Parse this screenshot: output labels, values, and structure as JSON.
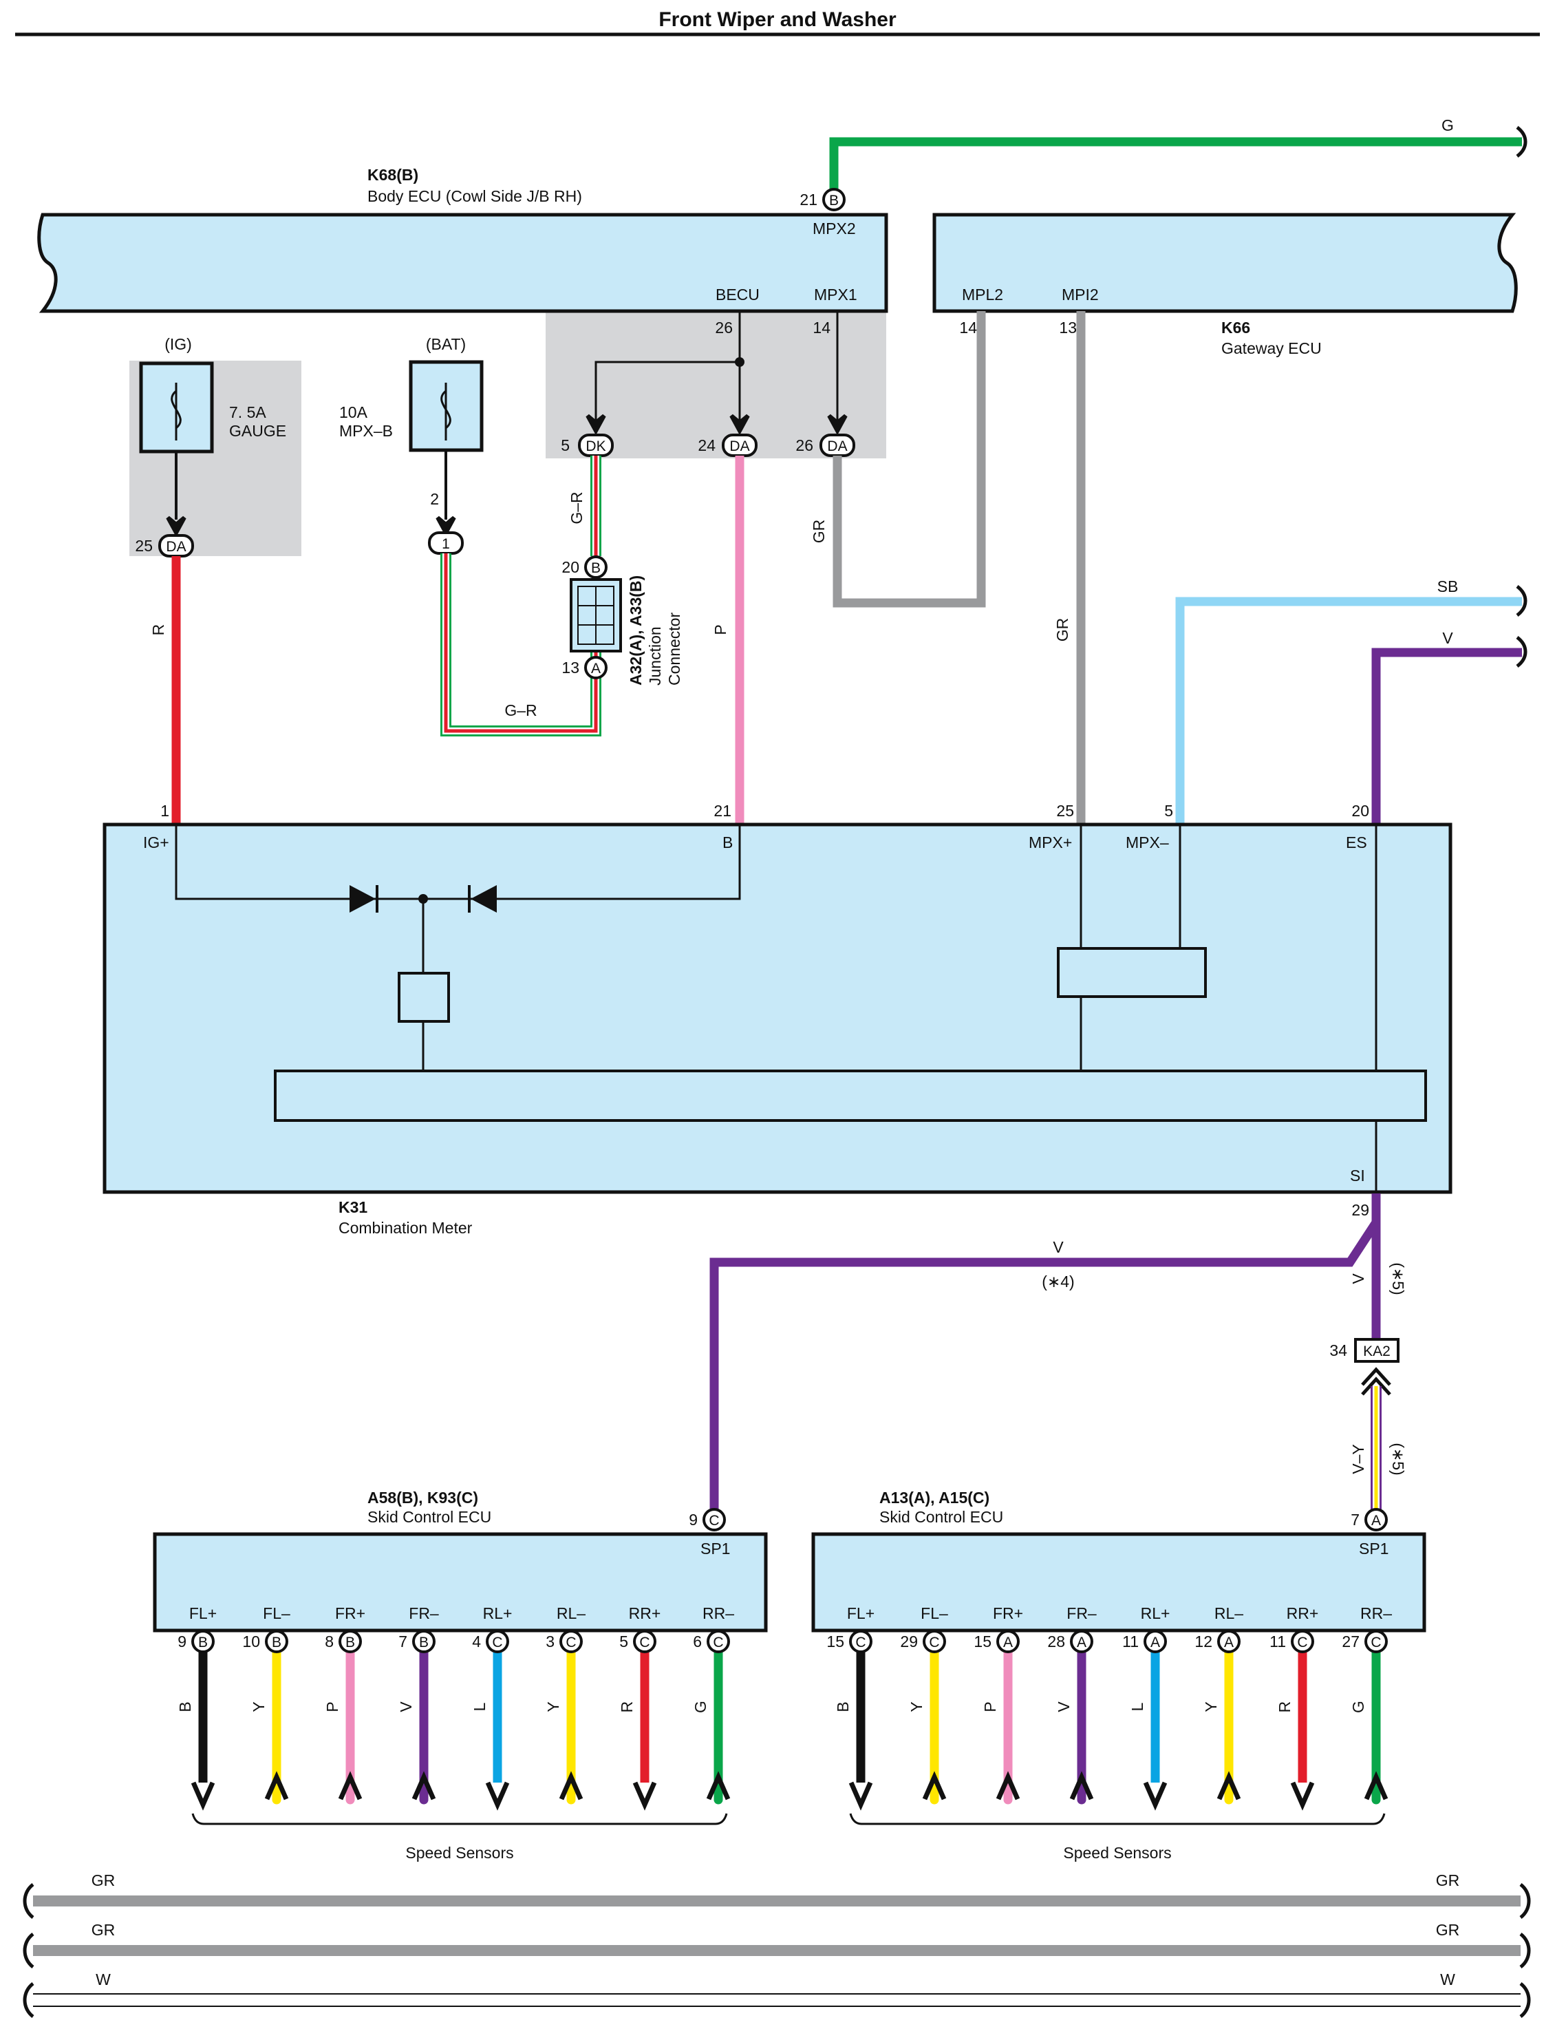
{
  "title": "Front Wiper and Washer",
  "colors": {
    "component_fill": "#c8e9f8",
    "shaded_area": "#d5d6d8",
    "wire_R": "#e31e2b",
    "wire_G": "#0aa64a",
    "wire_P": "#f08cbc",
    "wire_GR": "#999a9c",
    "wire_SB": "#8fd6f5",
    "wire_V": "#6b2c91",
    "wire_Y": "#ffe600",
    "wire_B": "#111111",
    "wire_L": "#0aa4e3",
    "wire_W": "#ffffff"
  },
  "components": {
    "body_ecu": {
      "code": "K68(B)",
      "name": "Body ECU (Cowl Side J/B RH)",
      "terminals": [
        "MPX2",
        "BECU",
        "MPX1"
      ]
    },
    "gateway_ecu": {
      "code": "K66",
      "name": "Gateway ECU",
      "terminals": [
        "MPL2",
        "MPI2"
      ]
    },
    "fuse_ig": {
      "supply": "(IG)",
      "rating": "7. 5A",
      "name": "GAUGE"
    },
    "fuse_bat": {
      "supply": "(BAT)",
      "rating": "10A",
      "name": "MPX–B"
    },
    "junction_connector": {
      "code": "A32(A), A33(B)",
      "name_line1": "Junction",
      "name_line2": "Connector"
    },
    "combination_meter": {
      "code": "K31",
      "name": "Combination Meter",
      "terminals": [
        "IG+",
        "B",
        "MPX+",
        "MPX–",
        "ES",
        "SI"
      ]
    },
    "skid_ecu_left": {
      "code": "A58(B), K93(C)",
      "name": "Skid Control ECU",
      "terminal": "SP1"
    },
    "skid_ecu_right": {
      "code": "A13(A), A15(C)",
      "name": "Skid Control ECU",
      "terminal": "SP1"
    },
    "kick_connector": {
      "code": "KA2",
      "pin": "34"
    }
  },
  "pins": {
    "mpx2": {
      "num": "21",
      "conn": "B"
    },
    "becu": {
      "num": "26"
    },
    "mpx1": {
      "num": "14"
    },
    "mpl2": {
      "num": "14"
    },
    "mpi2": {
      "num": "13"
    },
    "dk": {
      "num": "5",
      "conn": "DK"
    },
    "da24": {
      "num": "24",
      "conn": "DA"
    },
    "da26": {
      "num": "26",
      "conn": "DA"
    },
    "da25": {
      "num": "25",
      "conn": "DA"
    },
    "fuse_bat_out": {
      "num": "2"
    },
    "bat_conn": {
      "num": "1"
    },
    "jc_b": {
      "num": "20",
      "conn": "B"
    },
    "jc_a": {
      "num": "13",
      "conn": "A"
    },
    "meter_igp": {
      "num": "1"
    },
    "meter_b": {
      "num": "21"
    },
    "meter_mpxp": {
      "num": "25"
    },
    "meter_mpxm": {
      "num": "5"
    },
    "meter_es": {
      "num": "20"
    },
    "meter_si": {
      "num": "29"
    },
    "skid_left_sp1": {
      "num": "9",
      "conn": "C"
    },
    "skid_right_sp1": {
      "num": "7",
      "conn": "A"
    }
  },
  "wire_labels": {
    "top_g": "G",
    "r": "R",
    "gr_jc_vert": "G–R",
    "gr_bottom": "G–R",
    "p": "P",
    "gr_mpx1": "GR",
    "gr_mpi2": "GR",
    "sb": "SB",
    "v_es": "V",
    "v_sp1": "V",
    "note_4": "(∗4)",
    "v_si": "V",
    "note_5a": "(∗5)",
    "vy": "V–Y",
    "note_5b": "(∗5)"
  },
  "speed_sensors_left": {
    "label": "Speed Sensors",
    "terminals": [
      {
        "name": "FL+",
        "pin": "9",
        "conn": "B",
        "wire": "B",
        "color": "#111111",
        "dir": "down"
      },
      {
        "name": "FL–",
        "pin": "10",
        "conn": "B",
        "wire": "Y",
        "color": "#ffe600",
        "dir": "up"
      },
      {
        "name": "FR+",
        "pin": "8",
        "conn": "B",
        "wire": "P",
        "color": "#f08cbc",
        "dir": "up"
      },
      {
        "name": "FR–",
        "pin": "7",
        "conn": "B",
        "wire": "V",
        "color": "#6b2c91",
        "dir": "up"
      },
      {
        "name": "RL+",
        "pin": "4",
        "conn": "C",
        "wire": "L",
        "color": "#0aa4e3",
        "dir": "down"
      },
      {
        "name": "RL–",
        "pin": "3",
        "conn": "C",
        "wire": "Y",
        "color": "#ffe600",
        "dir": "up"
      },
      {
        "name": "RR+",
        "pin": "5",
        "conn": "C",
        "wire": "R",
        "color": "#e31e2b",
        "dir": "down"
      },
      {
        "name": "RR–",
        "pin": "6",
        "conn": "C",
        "wire": "G",
        "color": "#0aa64a",
        "dir": "up"
      }
    ]
  },
  "speed_sensors_right": {
    "label": "Speed Sensors",
    "terminals": [
      {
        "name": "FL+",
        "pin": "15",
        "conn": "C",
        "wire": "B",
        "color": "#111111",
        "dir": "down"
      },
      {
        "name": "FL–",
        "pin": "29",
        "conn": "C",
        "wire": "Y",
        "color": "#ffe600",
        "dir": "up"
      },
      {
        "name": "FR+",
        "pin": "15",
        "conn": "A",
        "wire": "P",
        "color": "#f08cbc",
        "dir": "up"
      },
      {
        "name": "FR–",
        "pin": "28",
        "conn": "A",
        "wire": "V",
        "color": "#6b2c91",
        "dir": "up"
      },
      {
        "name": "RL+",
        "pin": "11",
        "conn": "A",
        "wire": "L",
        "color": "#0aa4e3",
        "dir": "down"
      },
      {
        "name": "RL–",
        "pin": "12",
        "conn": "A",
        "wire": "Y",
        "color": "#ffe600",
        "dir": "up"
      },
      {
        "name": "RR+",
        "pin": "11",
        "conn": "C",
        "wire": "R",
        "color": "#e31e2b",
        "dir": "down"
      },
      {
        "name": "RR–",
        "pin": "27",
        "conn": "C",
        "wire": "G",
        "color": "#0aa64a",
        "dir": "up"
      }
    ]
  },
  "bottom_wires": [
    {
      "label": "GR",
      "color": "#999a9c"
    },
    {
      "label": "GR",
      "color": "#999a9c"
    },
    {
      "label": "W",
      "color": "#ffffff"
    }
  ]
}
